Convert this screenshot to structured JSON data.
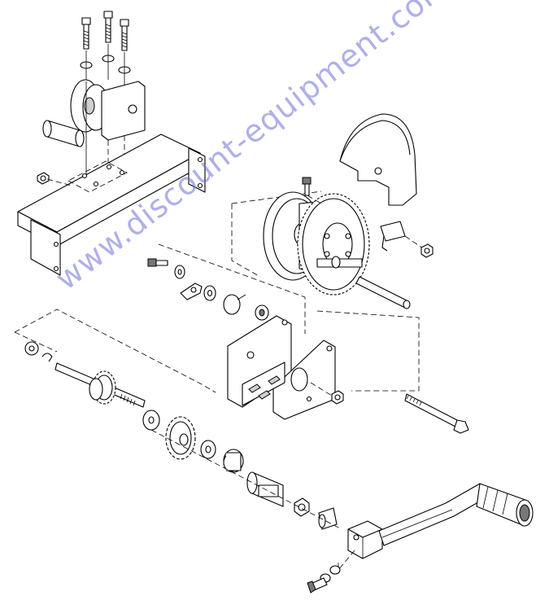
{
  "diagram": {
    "kind": "exploded parts view",
    "subject": "hand winch with mounting bracket and crank handle",
    "watermark": "www.discount-equipment.com",
    "colors": {
      "line": "#000000",
      "watermark": "#6e6ed7",
      "background": "#ffffff"
    }
  }
}
